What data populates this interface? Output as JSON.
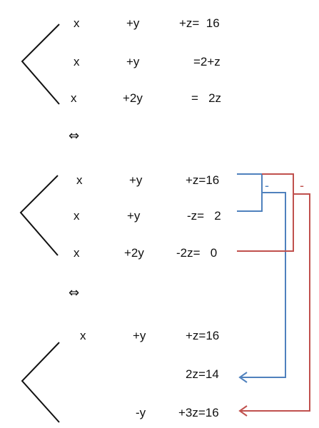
{
  "colors": {
    "text": "#111111",
    "brace": "#111111",
    "blue_arrow": "#4f81bd",
    "red_arrow": "#c0504d"
  },
  "equivalence_symbol": "⇔",
  "systems": [
    {
      "rows": [
        {
          "x": "x",
          "y": "+y",
          "rhs": "+z=  16"
        },
        {
          "x": "x",
          "y": "+y",
          "rhs": "=2+z"
        },
        {
          "x": "x",
          "y": "+2y",
          "rhs": "=   2z"
        }
      ]
    },
    {
      "rows": [
        {
          "x": "x",
          "y": "+y",
          "rhs": "+z=16"
        },
        {
          "x": "x",
          "y": "+y",
          "rhs": "-z=   2"
        },
        {
          "x": "x",
          "y": "+2y",
          "rhs": "-2z=   0"
        }
      ]
    },
    {
      "rows": [
        {
          "x": "x",
          "y": "+y",
          "rhs": "+z=16"
        },
        {
          "x": "",
          "y": "",
          "rhs": "2z=14"
        },
        {
          "x": "",
          "y": "-y",
          "rhs": "+3z=16"
        }
      ]
    }
  ],
  "operations": {
    "blue_label": "-",
    "red_label": "-"
  }
}
